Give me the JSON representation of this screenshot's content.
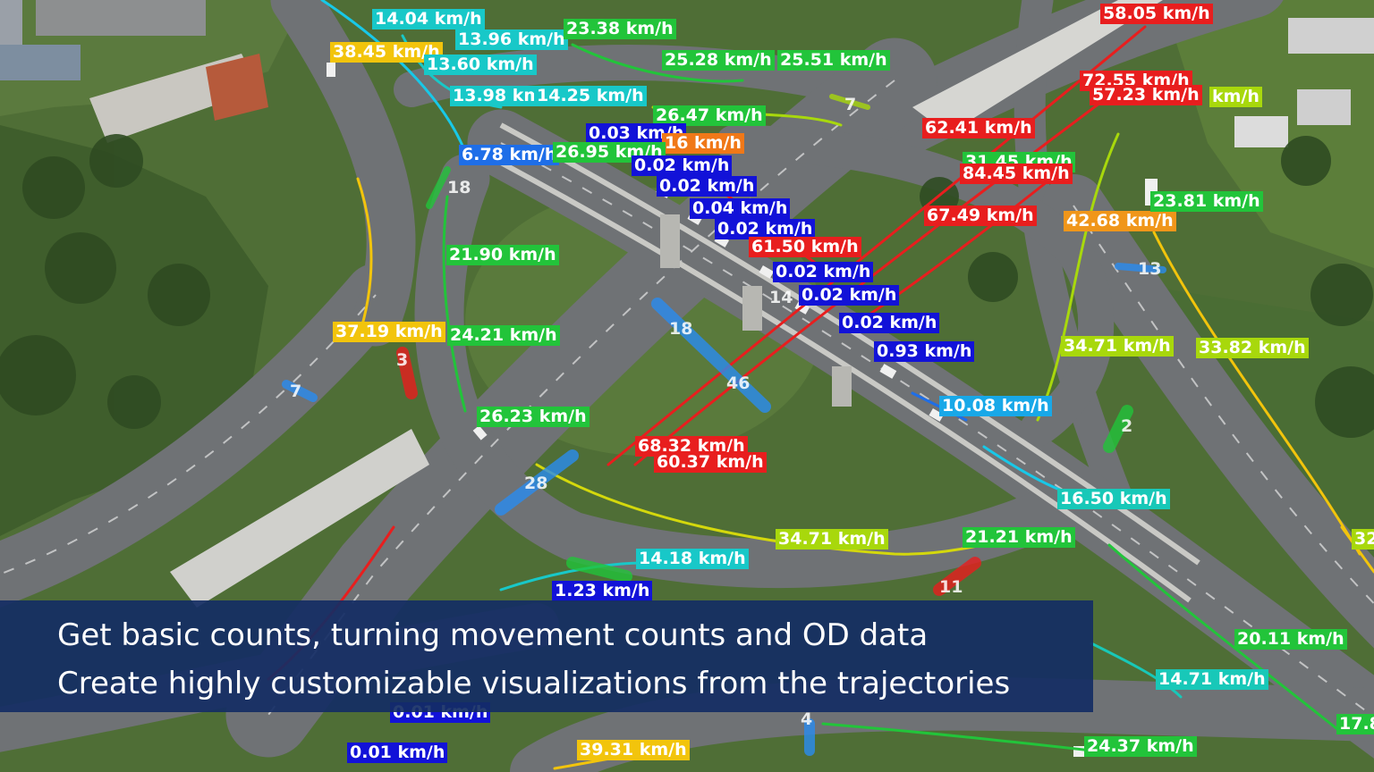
{
  "caption": {
    "line1": "Get basic counts, turning movement counts and OD data",
    "line2": "Create highly customizable visualizations from the trajectories"
  },
  "speed_labels": [
    {
      "text": "14.04 km/h",
      "color": "#18c8c8"
    },
    {
      "text": "13.96 km/h",
      "color": "#18c8c8"
    },
    {
      "text": "38.45 km/h",
      "color": "#f2c40c"
    },
    {
      "text": "13.60 km/h",
      "color": "#18c8c8"
    },
    {
      "text": "13.98 km/h",
      "color": "#18c8c8"
    },
    {
      "text": "14.25 km/h",
      "color": "#18c8c8"
    },
    {
      "text": "23.38 km/h",
      "color": "#22c43a"
    },
    {
      "text": "25.28 km/h",
      "color": "#22c43a"
    },
    {
      "text": "25.51 km/h",
      "color": "#22c43a"
    },
    {
      "text": "26.47 km/h",
      "color": "#22c43a"
    },
    {
      "text": "0.03 km/h",
      "color": "#1212d8"
    },
    {
      "text": "16 km/h",
      "color": "#f07818"
    },
    {
      "text": "6.78 km/h",
      "color": "#1e6ee8"
    },
    {
      "text": "26.95 km/h",
      "color": "#22c43a"
    },
    {
      "text": "0.02 km/h",
      "color": "#1212d8"
    },
    {
      "text": "0.02 km/h",
      "color": "#1212d8"
    },
    {
      "text": "0.04 km/h",
      "color": "#1212d8"
    },
    {
      "text": "0.02 km/h",
      "color": "#1212d8"
    },
    {
      "text": "61.50 km/h",
      "color": "#e81e1e"
    },
    {
      "text": "0.02 km/h",
      "color": "#1212d8"
    },
    {
      "text": "0.02 km/h",
      "color": "#1212d8"
    },
    {
      "text": "0.02 km/h",
      "color": "#1212d8"
    },
    {
      "text": "0.93 km/h",
      "color": "#1212d8"
    },
    {
      "text": "58.05 km/h",
      "color": "#e81e1e"
    },
    {
      "text": "72.55 km/h",
      "color": "#e81e1e"
    },
    {
      "text": "57.23 km/h",
      "color": "#e81e1e"
    },
    {
      "text": "km/h",
      "color": "#a8d80c"
    },
    {
      "text": "62.41 km/h",
      "color": "#e81e1e"
    },
    {
      "text": "84.45 km/h",
      "color": "#e81e1e"
    },
    {
      "text": "67.49 km/h",
      "color": "#e81e1e"
    },
    {
      "text": "42.68 km/h",
      "color": "#f0961a"
    },
    {
      "text": "23.81 km/h",
      "color": "#22c43a"
    },
    {
      "text": "21.90 km/h",
      "color": "#22c43a"
    },
    {
      "text": "37.19 km/h",
      "color": "#f2c40c"
    },
    {
      "text": "24.21 km/h",
      "color": "#22c43a"
    },
    {
      "text": "26.23 km/h",
      "color": "#22c43a"
    },
    {
      "text": "34.71 km/h",
      "color": "#a8d80c"
    },
    {
      "text": "33.82 km/h",
      "color": "#a8d80c"
    },
    {
      "text": "10.08 km/h",
      "color": "#18a8e8"
    },
    {
      "text": "68.32 km/h",
      "color": "#e81e1e"
    },
    {
      "text": "60.37 km/h",
      "color": "#e81e1e"
    },
    {
      "text": "16.50 km/h",
      "color": "#18c8b8"
    },
    {
      "text": "34.71 km/h",
      "color": "#a8d80c"
    },
    {
      "text": "21.21 km/h",
      "color": "#22c43a"
    },
    {
      "text": "14.18 km/h",
      "color": "#18c8c8"
    },
    {
      "text": "1.23 km/h",
      "color": "#1212d8"
    },
    {
      "text": "32",
      "color": "#a8d80c"
    },
    {
      "text": "20.11 km/h",
      "color": "#22c43a"
    },
    {
      "text": "14.71 km/h",
      "color": "#18c8b8"
    },
    {
      "text": "17.8",
      "color": "#22c43a"
    },
    {
      "text": "0.01 km/h",
      "color": "#1212d8"
    },
    {
      "text": "0.01 km/h",
      "color": "#1212d8"
    },
    {
      "text": "39.31 km/h",
      "color": "#f2c40c"
    },
    {
      "text": "24.37 km/h",
      "color": "#22c43a"
    },
    {
      "text": "31.45 km/h",
      "color": "#22c43a"
    }
  ],
  "lane_numbers": [
    "7",
    "18",
    "13",
    "18",
    "46",
    "3",
    "7",
    "2",
    "28",
    "11",
    "4",
    "14"
  ],
  "colors": {
    "caption_background": "#142d64",
    "grass": "#4f6e36",
    "road": "#6d7073"
  }
}
